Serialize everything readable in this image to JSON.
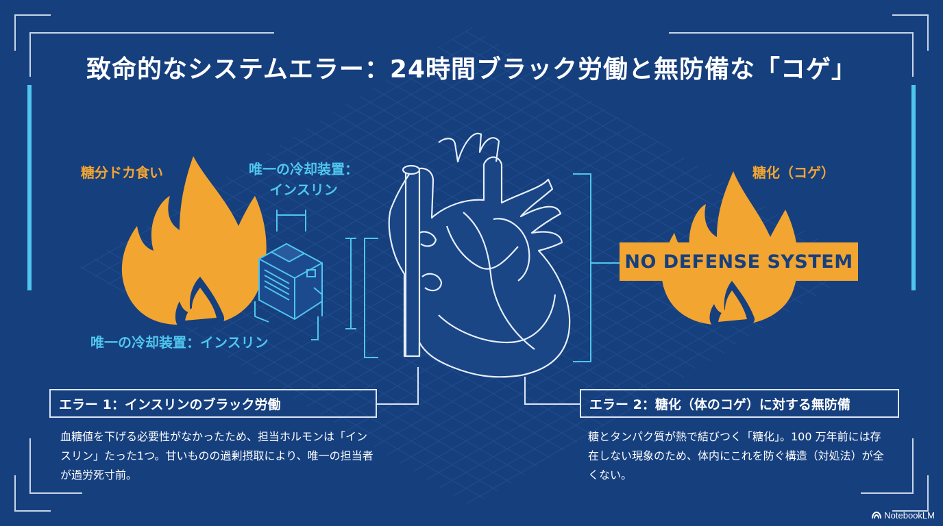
{
  "title": "致命的なシステムエラー：24時間ブラック労働と無防備な「コゲ」",
  "labels": {
    "sugar_binge": "糖分ドカ食い",
    "cooling_device_line1": "唯一の冷却装置：",
    "cooling_device_line2": "インスリン",
    "cooling_device_full": "唯一の冷却装置：インスリン",
    "glycation": "糖化（コゲ）",
    "no_defense": "NO DEFENSE SYSTEM"
  },
  "error1": {
    "heading": "エラー 1：インスリンのブラック労働",
    "body": "血糖値を下げる必要性がなかったため、担当ホルモンは「インスリン」たった1つ。甘いものの過剰摂取により、唯一の担当者が過労死寸前。"
  },
  "error2": {
    "heading": "エラー 2：糖化（体のコゲ）に対する無防備",
    "body": "糖とタンパク質が熱で結びつく「糖化」。100 万年前には存在しない現象のため、体内にこれを防ぐ構造（対処法）が全くない。"
  },
  "brand": "NotebookLM",
  "colors": {
    "background": "#163f7e",
    "accent_orange": "#f2a531",
    "accent_cyan": "#4fc6ee",
    "line_white": "#dde6f5"
  },
  "icons": [
    "flame-icon",
    "cooling-unit-icon",
    "heart-illustration",
    "flame-icon",
    "notebooklm-logo-icon"
  ]
}
